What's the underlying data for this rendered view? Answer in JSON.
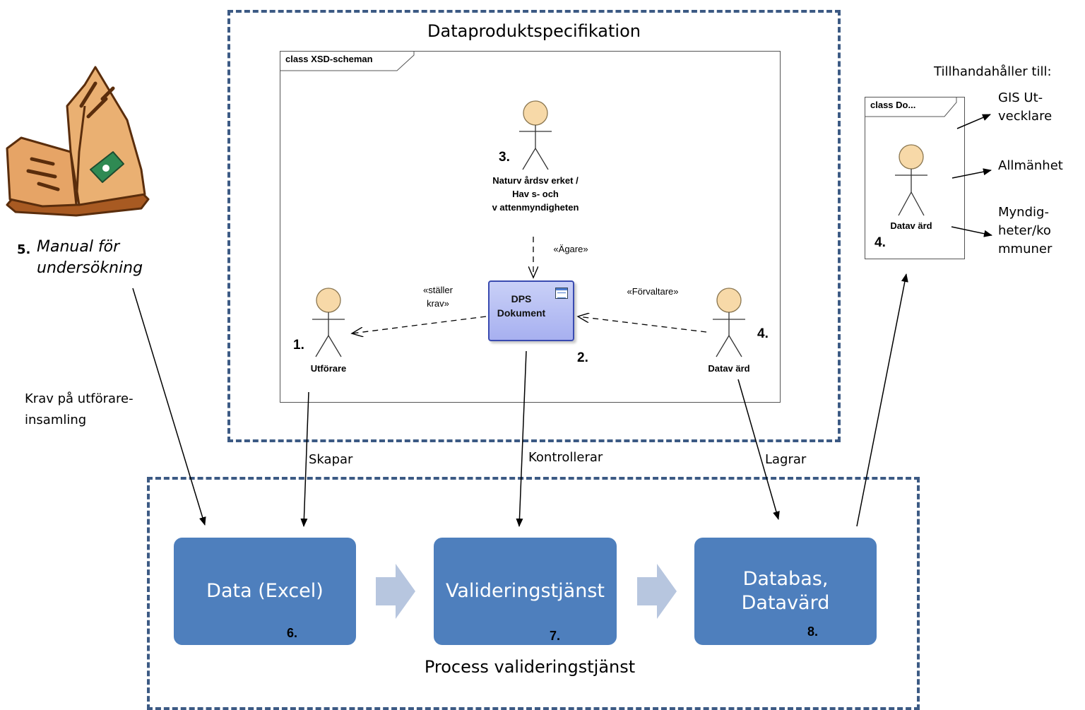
{
  "dps_frame": {
    "title": "Dataproduktspecifikation"
  },
  "xsd_diagram": {
    "tab_label": "class XSD-scheman"
  },
  "actors": {
    "owner": {
      "number": "3.",
      "label_lines": [
        "Naturv årdsv erket /",
        "Hav s- och",
        "v attenmyndigheten"
      ]
    },
    "executor": {
      "number": "1.",
      "label": "Utförare"
    },
    "datavard": {
      "number": "4.",
      "label": "Datav ärd"
    }
  },
  "dps_document": {
    "number": "2.",
    "label_lines": [
      "DPS",
      "Dokument"
    ]
  },
  "stereotypes": {
    "agare": "«Ägare»",
    "staller_krav_lines": [
      "«ställer",
      "krav»"
    ],
    "forvaltare": "«Förvaltare»"
  },
  "right_diagram": {
    "tab_label": "class Do...",
    "actor_label": "Datav ärd",
    "number": "4.",
    "provides_to": "Tillhandahåller till:",
    "targets": [
      {
        "lines": [
          "GIS Ut-",
          "vecklare"
        ]
      },
      {
        "lines": [
          "Allmänhet"
        ]
      },
      {
        "lines": [
          "Myndig-",
          "heter/ko",
          "mmuner"
        ]
      }
    ]
  },
  "manual": {
    "number": "5.",
    "title_lines": [
      "Manual för",
      "undersökning"
    ]
  },
  "requirement_label_lines": [
    "Krav på utförare-",
    "insamling"
  ],
  "edge_labels": {
    "skapar": "Skapar",
    "kontrollerar": "Kontrollerar",
    "lagrar": "Lagrar"
  },
  "process": {
    "title": "Process valideringstjänst",
    "steps": [
      {
        "label_lines": [
          "Data (Excel)"
        ],
        "number": "6."
      },
      {
        "label_lines": [
          "Valideringstjänst"
        ],
        "number": "7."
      },
      {
        "label_lines": [
          "Databas,",
          "Datavärd"
        ],
        "number": "8."
      }
    ]
  },
  "colors": {
    "frame_dash": "#3c5a84",
    "process_box": "#4e7fbd",
    "process_arrow": "#b7c6df",
    "dps_fill": "#b5bcf3",
    "actor_head": "#f7d9a8"
  },
  "icons": [
    "open-book-icon",
    "stick-figure-icon",
    "document-class-icon"
  ]
}
